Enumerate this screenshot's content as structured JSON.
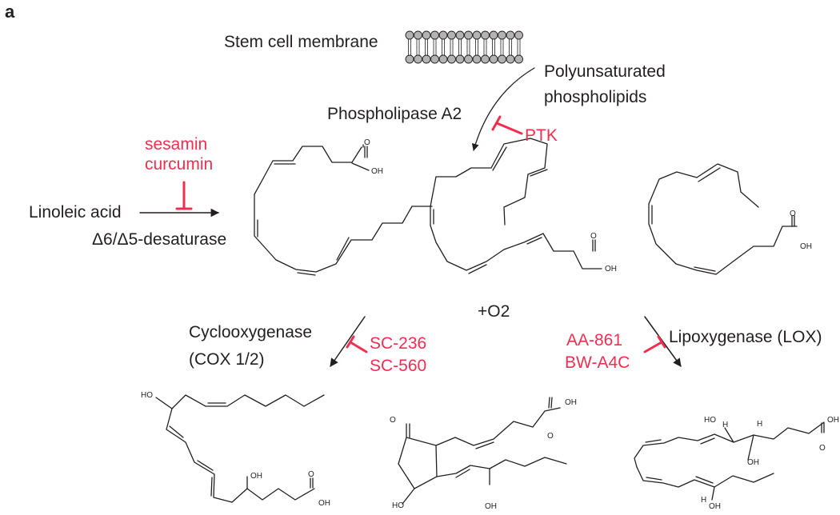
{
  "panel_label": "a",
  "membrane": {
    "label": "Stem cell membrane"
  },
  "labels": {
    "polyunsaturated": [
      "Polyunsaturated",
      "phospholipids"
    ],
    "phospholipase": "Phospholipase A2",
    "ptk": "PTK",
    "sesamin": "sesamin",
    "curcumin": "curcumin",
    "linoleic": "Linoleic acid",
    "desaturase": "Δ6/Δ5-desaturase",
    "o2": "+O2",
    "cyclooxygenase": "Cyclooxygenase",
    "cox": "(COX 1/2)",
    "sc236": "SC-236",
    "sc560": "SC-560",
    "aa861": "AA-861",
    "bwa4c": "BW-A4C",
    "lipoxygenase": "Lipoxygenase (LOX)"
  },
  "atoms": {
    "o": "O",
    "oh": "OH",
    "ho": "HO",
    "h": "H"
  },
  "colors": {
    "inhibitor": "#ee2f4f",
    "ink": "#231f20",
    "membrane_head": "#b3b3b3"
  }
}
